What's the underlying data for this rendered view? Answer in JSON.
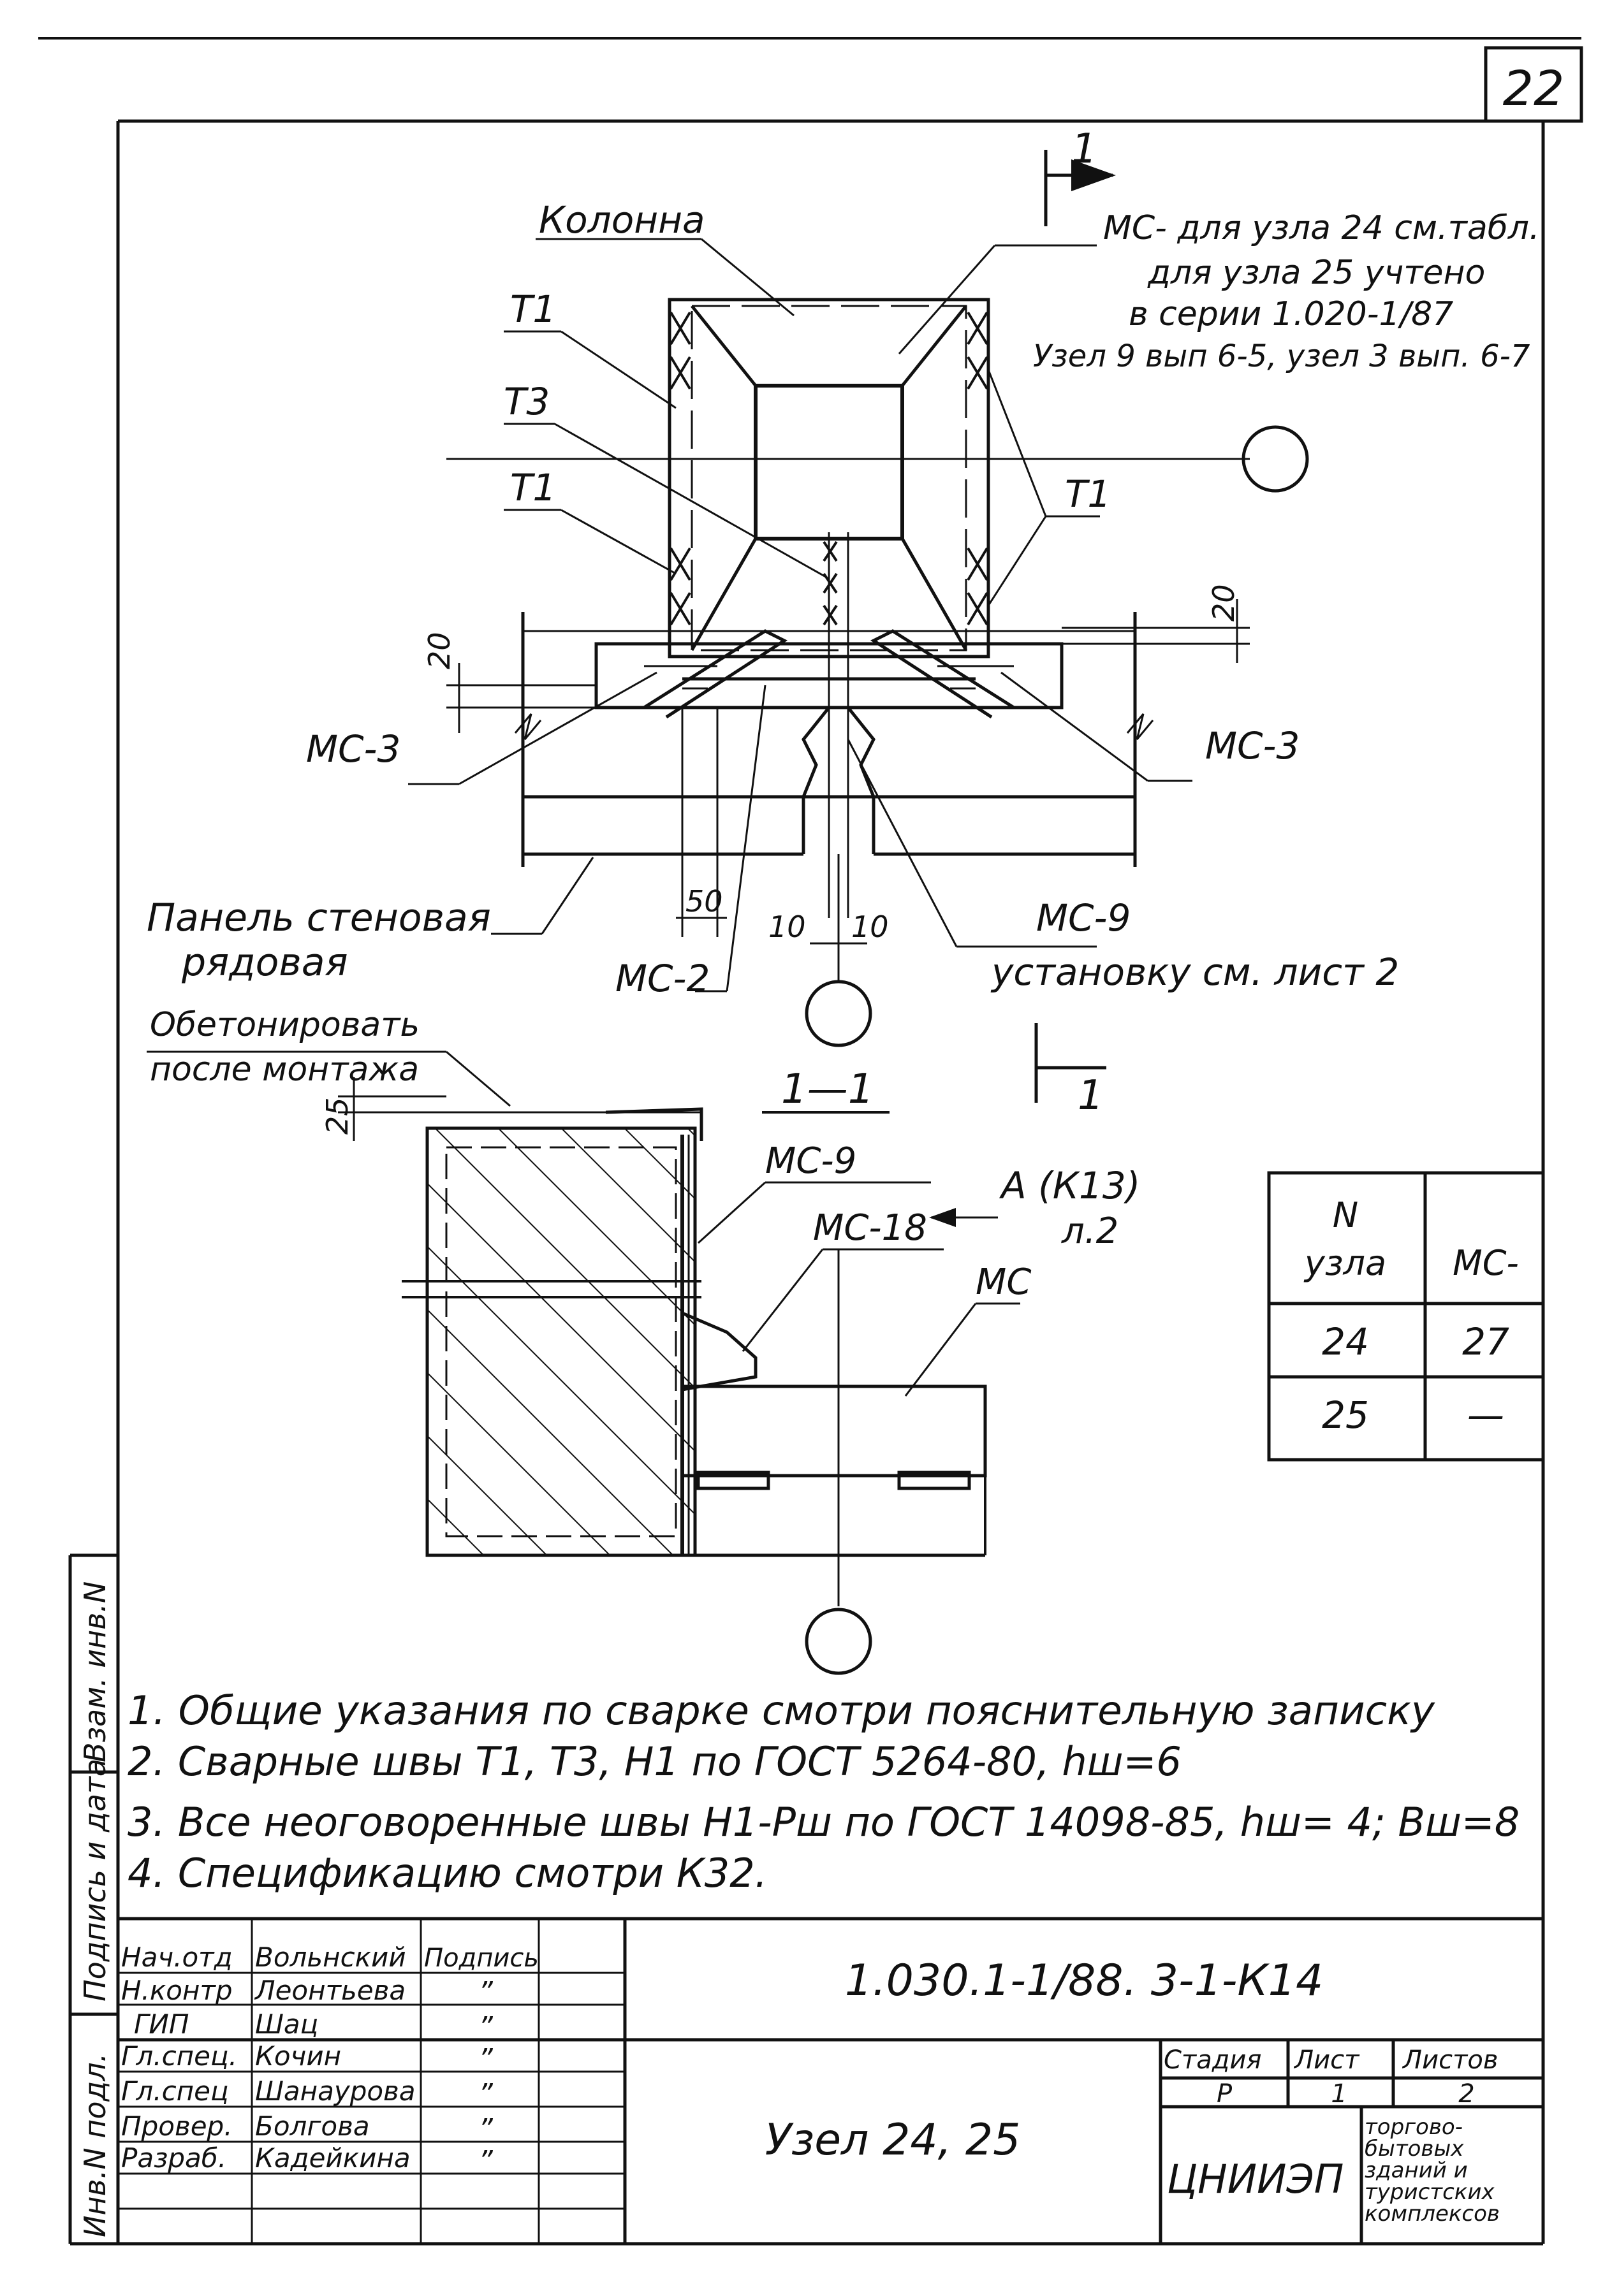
{
  "sheet_number": "22",
  "section_marks": {
    "top": "1",
    "bottom": "1",
    "section_title": "1—1"
  },
  "labels": {
    "column": "Колонна",
    "ms_note_line1": "МС- для узла 24 см.табл.",
    "ms_note_line2": "для узла 25 учтено",
    "ms_note_line3": "в серии 1.020-1/87",
    "ms_note_line4": "Узел 9 вып 6-5, узел 3 вып. 6-7",
    "t1_a": "Т1",
    "t3": "Т3",
    "t1_b": "Т1",
    "t1_c": "Т1",
    "ms3_left": "МС-3",
    "ms3_right": "МС-3",
    "panel_line1": "Панель стеновая",
    "panel_line2": "рядовая",
    "ms2": "МС-2",
    "ms9_top": "МС-9",
    "ms9_install": "установку см. лист 2",
    "concrete_line1": "Обетонировать",
    "concrete_line2": "после монтажа",
    "ms9_section": "МС-9",
    "ms18": "МС-18",
    "ms_section": "МС",
    "view_a_line1": "А (К13)",
    "view_a_line2": "л.2"
  },
  "dimensions": {
    "d20_left": "20",
    "d20_right": "20",
    "d50": "50",
    "d10_left": "10",
    "d10_right": "10",
    "d25": "25"
  },
  "node_table": {
    "header_col1_line1": "N",
    "header_col1_line2": "узла",
    "header_col2": "МС-",
    "rows": [
      {
        "node": "24",
        "ms": "27"
      },
      {
        "node": "25",
        "ms": "—"
      }
    ]
  },
  "notes": [
    "1. Общие указания по сварке смотри пояснительную записку",
    "2. Сварные швы Т1, Т3, Н1 по ГОСТ 5264-80, hш=6",
    "3. Все неоговоренные швы Н1-Рш по ГОСТ 14098-85, hш= 4; Вш=8",
    "4. Спецификацию смотри К32."
  ],
  "side_stamp": [
    "Инв.N подл.",
    "Подпись и дата",
    "Взам. инв.N"
  ],
  "title_block": {
    "document_code": "1.030.1-1/88. 3-1-К14",
    "title": "Узел 24, 25",
    "stage_label": "Стадия",
    "sheet_label": "Лист",
    "sheets_label": "Листов",
    "stage": "Р",
    "sheet": "1",
    "sheets": "2",
    "organization": "ЦНИИЭП",
    "organization_desc": [
      "торгово-",
      "бытовых",
      "зданий и",
      "туристских",
      "комплексов"
    ],
    "signature_header": "Подпись",
    "signature_mark": "”",
    "staff": [
      {
        "role": "Нач.отд",
        "name": "Вольнский"
      },
      {
        "role": "Н.контр",
        "name": "Леонтьева"
      },
      {
        "role": "ГИП",
        "name": "Шац"
      },
      {
        "role": "Гл.спец.",
        "name": "Кочин"
      },
      {
        "role": "Гл.спец",
        "name": "Шанаурова"
      },
      {
        "role": "Провер.",
        "name": "Болгова"
      },
      {
        "role": "Разраб.",
        "name": "Кадейкина"
      }
    ]
  }
}
